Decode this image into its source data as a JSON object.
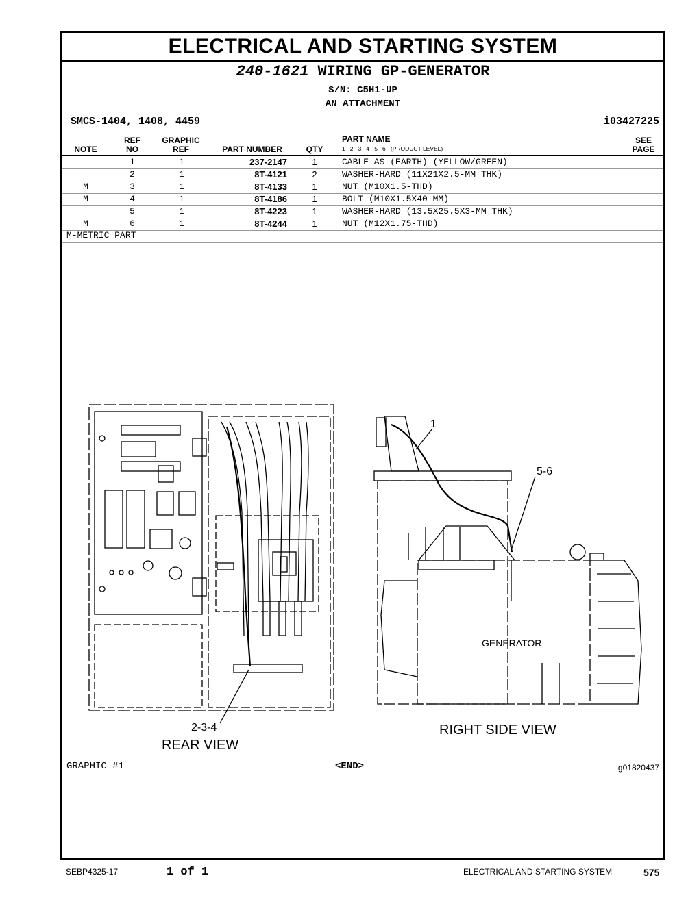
{
  "header": {
    "title": "ELECTRICAL AND STARTING SYSTEM",
    "group_number": "240-1621",
    "group_name": "WIRING GP-GENERATOR",
    "serial": "S/N: C5H1-UP",
    "attachment": "AN ATTACHMENT",
    "smcs": "SMCS-1404, 1408, 4459",
    "illustration_id": "i03427225"
  },
  "table": {
    "col_note": "NOTE",
    "col_ref_top": "REF",
    "col_ref_bottom": "NO",
    "col_graphic_top": "GRAPHIC",
    "col_graphic_bottom": "REF",
    "col_part_number": "PART NUMBER",
    "col_qty": "QTY",
    "col_part_name": "PART NAME",
    "product_levels": "1   2   3   4   5   6   (PRODUCT LEVEL)",
    "col_see_top": "SEE",
    "col_see_bottom": "PAGE",
    "rows": [
      {
        "note": "",
        "ref": "1",
        "graphic": "1",
        "part_number": "237-2147",
        "qty": "1",
        "name": "CABLE AS (EARTH) (YELLOW/GREEN)"
      },
      {
        "note": "",
        "ref": "2",
        "graphic": "1",
        "part_number": "8T-4121",
        "qty": "2",
        "name": "WASHER-HARD (11X21X2.5-MM THK)"
      },
      {
        "note": "M",
        "ref": "3",
        "graphic": "1",
        "part_number": "8T-4133",
        "qty": "1",
        "name": "NUT (M10X1.5-THD)"
      },
      {
        "note": "M",
        "ref": "4",
        "graphic": "1",
        "part_number": "8T-4186",
        "qty": "1",
        "name": "BOLT (M10X1.5X40-MM)"
      },
      {
        "note": "",
        "ref": "5",
        "graphic": "1",
        "part_number": "8T-4223",
        "qty": "1",
        "name": "WASHER-HARD (13.5X25.5X3-MM THK)"
      },
      {
        "note": "M",
        "ref": "6",
        "graphic": "1",
        "part_number": "8T-4244",
        "qty": "1",
        "name": "NUT (M12X1.75-THD)"
      }
    ],
    "footnote": "M-METRIC PART"
  },
  "figure": {
    "callout_1": "1",
    "callout_5_6": "5-6",
    "callout_2_3_4": "2-3-4",
    "rear_view_label": "REAR VIEW",
    "right_side_view_label": "RIGHT SIDE VIEW",
    "generator_label": "GENERATOR",
    "graphic_label": "GRAPHIC #1",
    "end_label": "<END>",
    "graphic_id": "g01820437"
  },
  "footer": {
    "doc_number": "SEBP4325-17",
    "pages": "1 of 1",
    "section": "ELECTRICAL AND STARTING SYSTEM",
    "page_number": "575"
  }
}
